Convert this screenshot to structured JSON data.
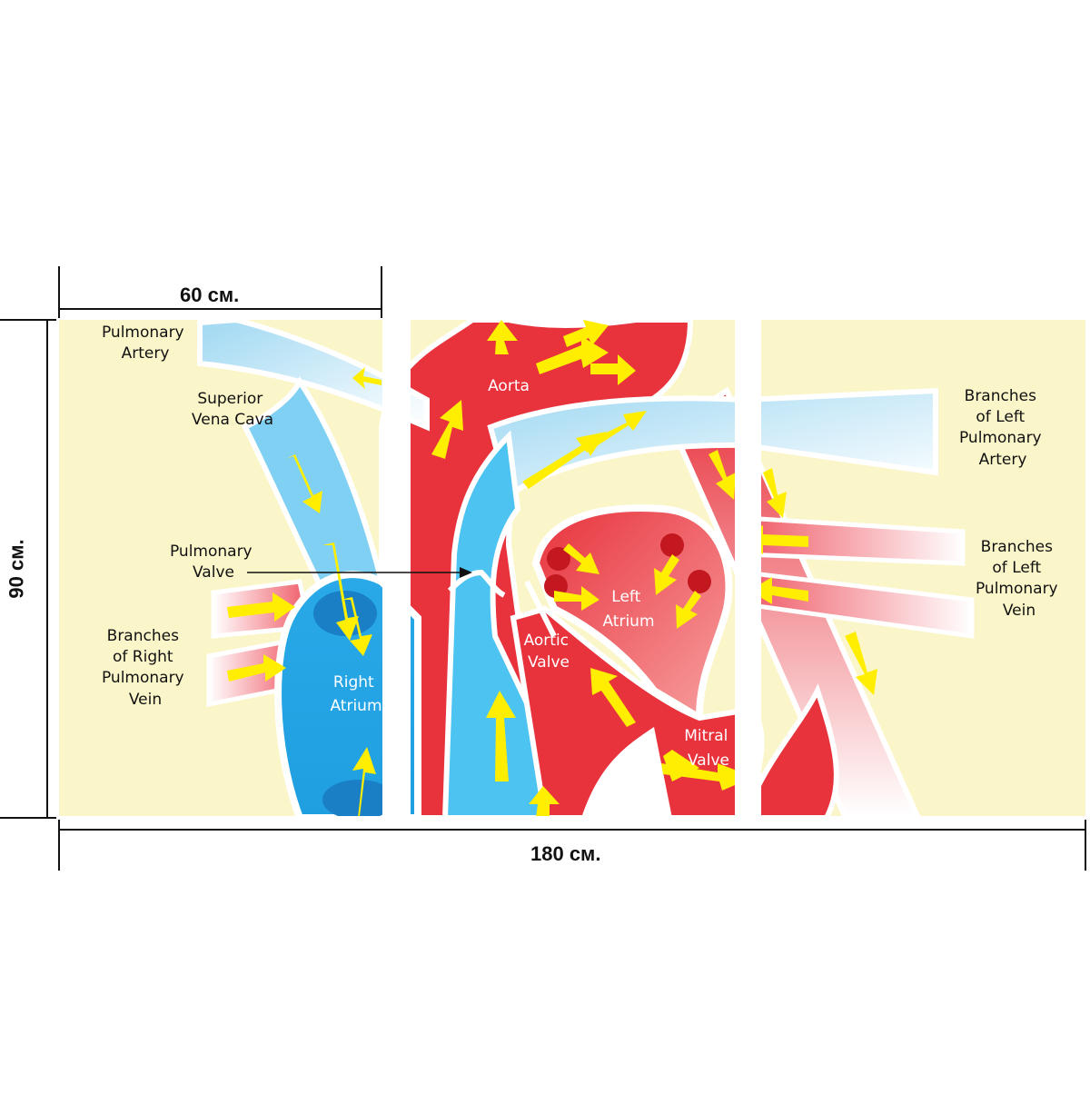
{
  "dimensions": {
    "panel_width": "60 см.",
    "total_width": "180 см.",
    "height": "90 см."
  },
  "labels": {
    "pulmonary_artery": [
      "Pulmonary",
      "Artery"
    ],
    "superior_vena_cava": [
      "Superior",
      "Vena Cava"
    ],
    "pulmonary_valve": [
      "Pulmonary",
      "Valve"
    ],
    "branches_right_pulmonary_vein": [
      "Branches",
      "of Right",
      "Pulmonary",
      "Vein"
    ],
    "right_atrium": [
      "Right",
      "Atrium"
    ],
    "aorta": "Aorta",
    "aortic_valve": [
      "Aortic",
      "Valve"
    ],
    "left_atrium": [
      "Left",
      "Atrium"
    ],
    "mitral_valve": [
      "Mitral",
      "Valve"
    ],
    "branches_left_pulmonary_artery": [
      "Branches",
      "of Left",
      "Pulmonary",
      "Artery"
    ],
    "branches_left_pulmonary_vein": [
      "Branches",
      "of Left",
      "Pulmonary",
      "Vein"
    ]
  },
  "colors": {
    "background": "#fbf6c9",
    "oxygenated_blood": "#e8323c",
    "deoxygenated_blood": "#2aa9e8",
    "flow_arrow": "#ffee00",
    "vessel_outline": "#ffffff",
    "dimension_line": "#111111"
  }
}
